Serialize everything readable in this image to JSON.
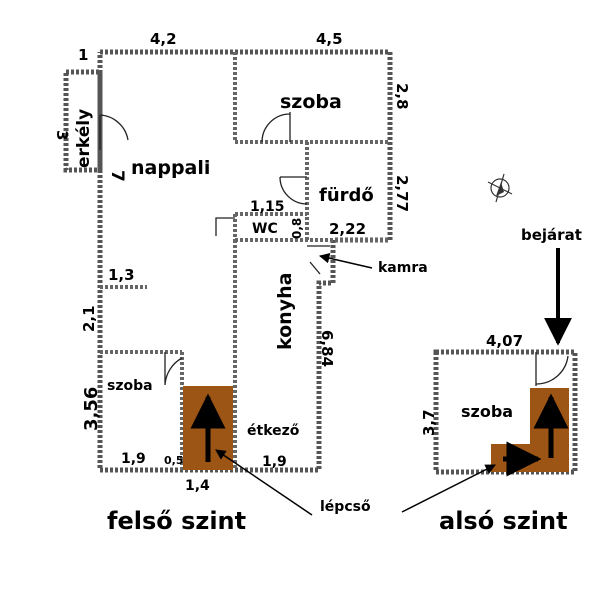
{
  "colors": {
    "stair": "#9c5514",
    "wall": "#555555",
    "text": "#000000"
  },
  "upper": {
    "title": "felső szint",
    "rooms": {
      "balcony": "erkély",
      "living": "nappali",
      "room_top": "szoba",
      "bath": "fürdő",
      "wc": "WC",
      "kitchen": "konyha",
      "dining": "étkező",
      "room_small": "szoba"
    },
    "dims": {
      "d_1": "1",
      "d_4_2": "4,2",
      "d_4_5": "4,5",
      "d_3": "3",
      "d_2_8": "2,8",
      "d_7": "7",
      "d_2_77": "2,77",
      "d_1_15": "1,15",
      "d_0_8": "0,8",
      "d_2_22": "2,22",
      "d_1_3": "1,3",
      "d_2_1": "2,1",
      "d_6_84": "6,84",
      "d_3_56": "3,56",
      "d_1_9a": "1,9",
      "d_0_5": "0,5",
      "d_1_9b": "1,9",
      "d_1_4": "1,4"
    },
    "callouts": {
      "pantry": "kamra",
      "stairs": "lépcső"
    }
  },
  "lower": {
    "title": "alsó szint",
    "room": "szoba",
    "dims": {
      "d_4_07": "4,07",
      "d_3_7": "3,7"
    },
    "entrance": "bejárat"
  },
  "icons": [
    "compass-icon"
  ]
}
